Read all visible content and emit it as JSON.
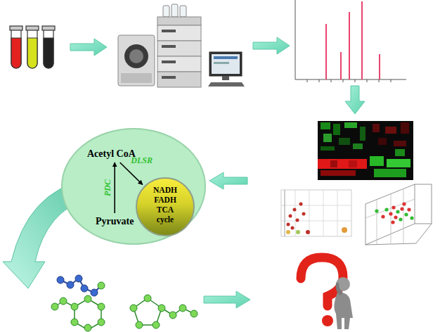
{
  "diagram": {
    "nodes": [
      {
        "text": [
          "Acetyl CoA"
        ]
      },
      {
        "text": [
          "NADH FADH TCA cycle"
        ]
      },
      {
        "text": [
          "Pyruvate"
        ]
      }
    ],
    "edges": [
      {
        "from": 2,
        "to": 0,
        "arrow": "to",
        "label": "PDC"
      },
      {
        "from": 0,
        "to": 1,
        "arrow": "to",
        "label": "DLSR"
      }
    ]
  }
}
